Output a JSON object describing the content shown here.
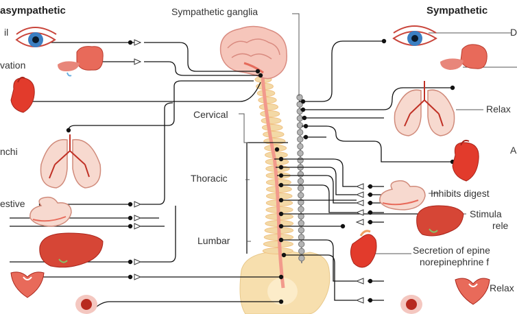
{
  "headers": {
    "parasympathetic": "asympathetic",
    "sympathetic": "Sympathetic",
    "ganglia": "Sympathetic ganglia"
  },
  "regions": {
    "cervical": "Cervical",
    "thoracic": "Thoracic",
    "lumbar": "Lumbar"
  },
  "left_labels": {
    "pupil": "il",
    "salivation": "vation",
    "bronchi": "nchi",
    "digestive": "estive"
  },
  "right_labels": {
    "pupil": "D",
    "relax_bronchi": "Relax",
    "heart": "A",
    "inhibits_digestion": "Inhibits digest",
    "stimulates_line1": "Stimula",
    "stimulates_line2": "rele",
    "secretion_line1": "Secretion of epine",
    "secretion_line2": "norepinephrine f",
    "relax_bladder": "Relax"
  },
  "colors": {
    "spine": "#f0c080",
    "vertebra": "#f3d9a6",
    "cord": "#f29a8c",
    "ganglion": "#b4b4b4",
    "organ": "#e23b2c",
    "organ_light": "#f7d9cf",
    "nerve": "#111111"
  },
  "icons": [
    "eye-icon",
    "salivary-gland-icon",
    "heart-icon",
    "lungs-icon",
    "stomach-icon",
    "liver-icon",
    "bladder-icon",
    "kidney-icon",
    "brain-icon"
  ]
}
